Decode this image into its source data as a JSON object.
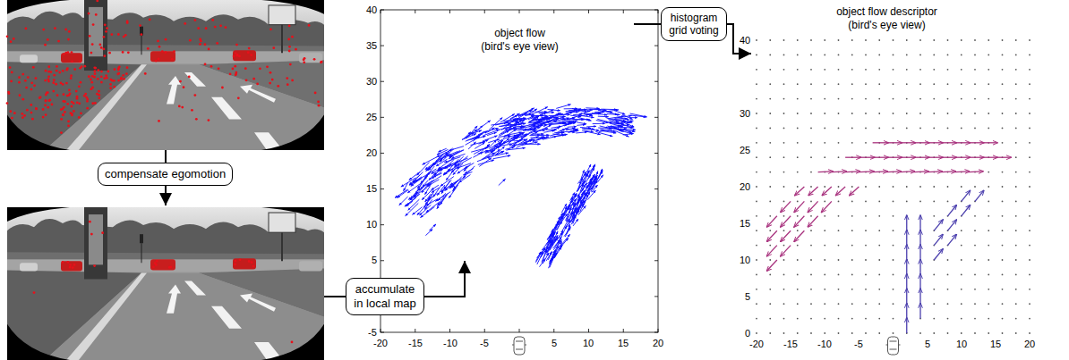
{
  "diagram": {
    "nodes": [
      {
        "text": [
          "compensate egomotion"
        ]
      },
      {
        "text": [
          "accumulate in local map"
        ]
      },
      {
        "text": [
          "histogram grid voting"
        ]
      }
    ],
    "labels": [
      "object flow (bird's eye view)",
      "40",
      "35",
      "30",
      "25",
      "20",
      "15",
      "10",
      "5",
      "-5",
      "-20",
      "-15",
      "-10",
      "-5",
      "5",
      "10",
      "15",
      "20",
      "object flow descriptor (bird's eye view)",
      "40",
      "30",
      "25",
      "20",
      "15",
      "10",
      "5",
      "0",
      "-20",
      "-15",
      "-10",
      "-5",
      "5",
      "10",
      "15",
      "20"
    ]
  }
}
